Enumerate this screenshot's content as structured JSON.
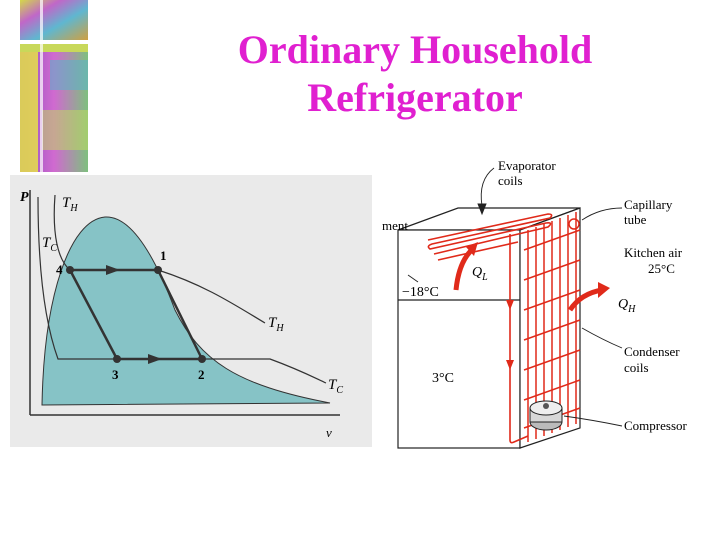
{
  "title": {
    "line1": "Ordinary Household",
    "line2": "Refrigerator"
  },
  "pv_diagram": {
    "axis_p": "P",
    "axis_v": "v",
    "label_th_top": "T",
    "label_th_top_sub": "H",
    "label_tc_top": "T",
    "label_tc_top_sub": "C",
    "label_th_right": "T",
    "label_th_right_sub": "H",
    "label_tc_right": "T",
    "label_tc_right_sub": "C",
    "state_1": "1",
    "state_2": "2",
    "state_3": "3",
    "state_4": "4",
    "colors": {
      "dome": "#86c3c6",
      "background": "#eaeaea",
      "cycle": "#333333"
    }
  },
  "refrigerator": {
    "evaporator_label_1": "Evaporator",
    "evaporator_label_2": "coils",
    "compartment_label": "ment",
    "freezer_temp": "−18°C",
    "fridge_temp": "3°C",
    "ql_symbol": "Q",
    "ql_sub": "L",
    "qh_symbol": "Q",
    "qh_sub": "H",
    "capillary_label_1": "Capillary",
    "capillary_label_2": "tube",
    "kitchen_label_1": "Kitchen air",
    "kitchen_label_2": "25°C",
    "condenser_label_1": "Condenser",
    "condenser_label_2": "coils",
    "compressor_label": "Compressor",
    "colors": {
      "coil": "#e02a1a",
      "outline": "#222222"
    }
  }
}
